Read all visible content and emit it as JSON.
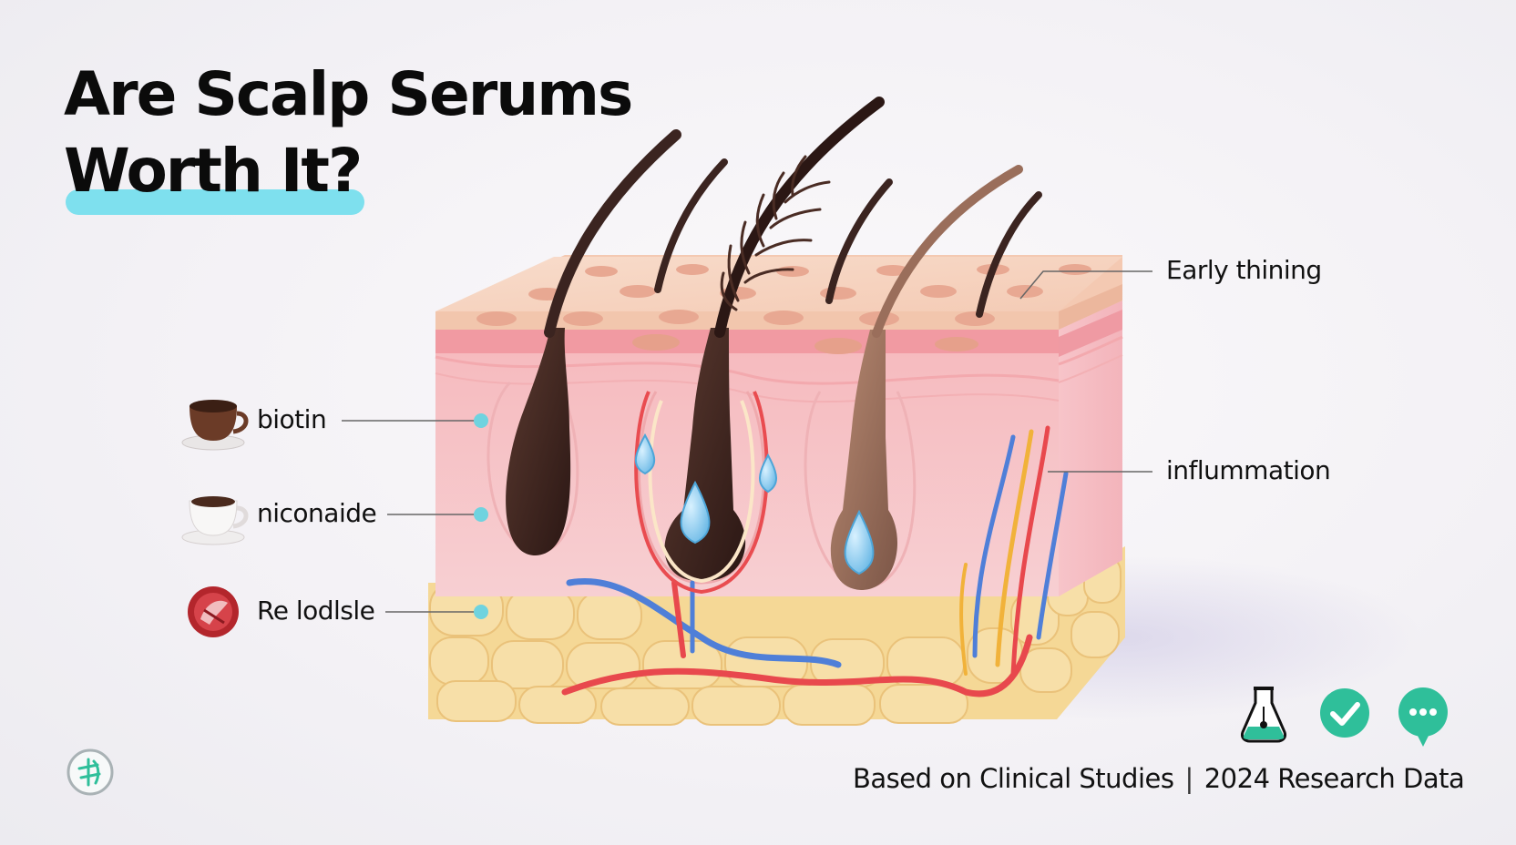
{
  "title": {
    "line1": "Are Scalp Serums",
    "line2": "Worth It?",
    "highlight_color": "#7ee0ee"
  },
  "ingredients": [
    {
      "label": "biotin",
      "icon": "coffee-cup-icon"
    },
    {
      "label": "niconaide",
      "icon": "coffee-cup-icon"
    },
    {
      "label": "Re lodlsle",
      "icon": "red-capsule-icon"
    }
  ],
  "annotations": [
    {
      "label": "Early thining"
    },
    {
      "label": "inflummation"
    }
  ],
  "footer": {
    "source": "Based on Clinical Studies",
    "separator": "|",
    "data": "2024 Research Data",
    "icons": [
      "flask-icon",
      "checkmark-icon",
      "chat-bubble-icon"
    ]
  },
  "colors": {
    "accent_teal": "#2fbf9a",
    "marker_cyan": "#6fd3df",
    "skin_top": "#f7d6c4",
    "skin_side": "#f6c5c6",
    "fat": "#f6dca3",
    "hair": "#3b2420"
  }
}
